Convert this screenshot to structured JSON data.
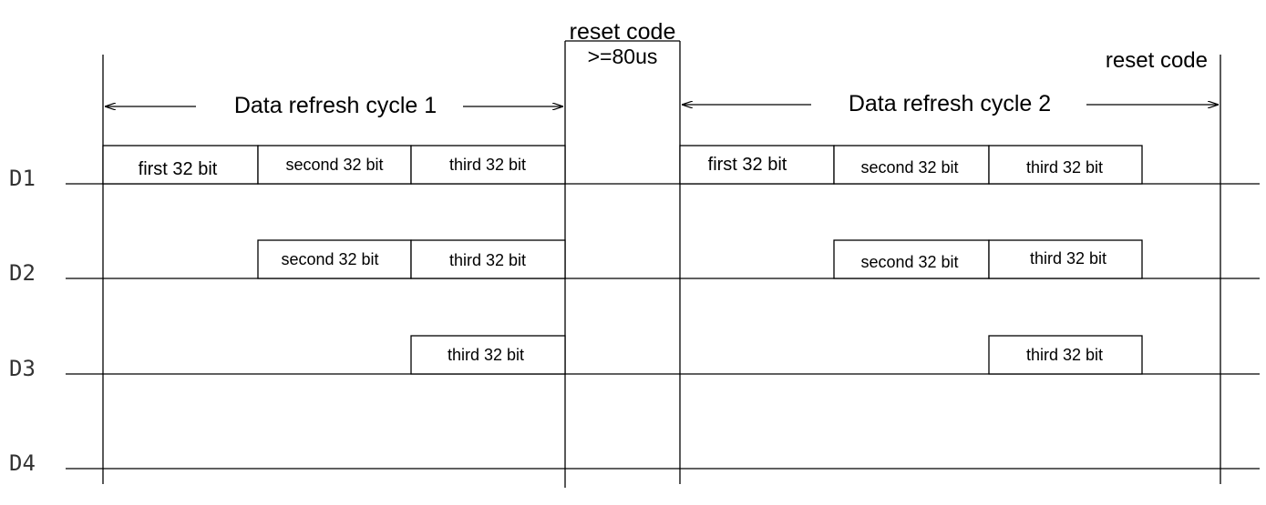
{
  "diagram": {
    "reset_code_label": "reset code",
    "reset_duration_label": ">=80us",
    "reset_code_right_label": "reset code",
    "cycle_1_label": "Data refresh cycle 1",
    "cycle_2_label": "Data refresh cycle 2",
    "signals": [
      {
        "name": "D1"
      },
      {
        "name": "D2"
      },
      {
        "name": "D3"
      },
      {
        "name": "D4"
      }
    ],
    "blocks": {
      "d1_c1_first": "first 32 bit",
      "d1_c1_second": "second 32 bit",
      "d1_c1_third": "third 32 bit",
      "d1_c2_first": "first 32 bit",
      "d1_c2_second": "second 32 bit",
      "d1_c2_third": "third 32 bit",
      "d2_c1_second": "second 32 bit",
      "d2_c1_third": "third 32 bit",
      "d2_c2_second": "second 32 bit",
      "d2_c2_third": "third 32 bit",
      "d3_c1_third": "third 32 bit",
      "d3_c2_third": "third 32 bit"
    }
  }
}
